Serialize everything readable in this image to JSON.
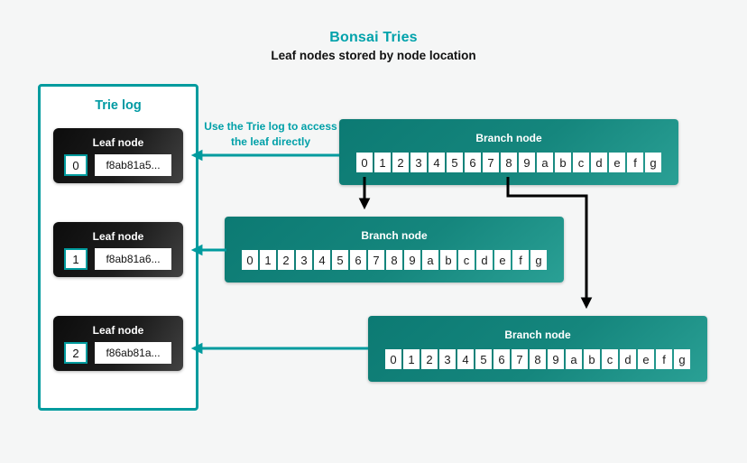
{
  "title": "Bonsai Tries",
  "subtitle": "Leaf nodes stored by node location",
  "annotation": "Use the Trie log to access the leaf directly",
  "trie_log": {
    "label": "Trie log",
    "leaf_nodes": [
      {
        "label": "Leaf node",
        "index": "0",
        "hash": "f8ab81a5..."
      },
      {
        "label": "Leaf node",
        "index": "1",
        "hash": "f8ab81a6..."
      },
      {
        "label": "Leaf node",
        "index": "2",
        "hash": "f86ab81a..."
      }
    ]
  },
  "branch_nodes": [
    {
      "label": "Branch node",
      "cells": [
        "0",
        "1",
        "2",
        "3",
        "4",
        "5",
        "6",
        "7",
        "8",
        "9",
        "a",
        "b",
        "c",
        "d",
        "e",
        "f",
        "g"
      ]
    },
    {
      "label": "Branch node",
      "cells": [
        "0",
        "1",
        "2",
        "3",
        "4",
        "5",
        "6",
        "7",
        "8",
        "9",
        "a",
        "b",
        "c",
        "d",
        "e",
        "f",
        "g"
      ]
    },
    {
      "label": "Branch node",
      "cells": [
        "0",
        "1",
        "2",
        "3",
        "4",
        "5",
        "6",
        "7",
        "8",
        "9",
        "a",
        "b",
        "c",
        "d",
        "e",
        "f",
        "g"
      ]
    }
  ],
  "colors": {
    "background": "#f5f6f6",
    "teal_heading": "#00a2ab",
    "teal_accent": "#009b9e",
    "branch_gradient_start": "#0c7a73",
    "branch_gradient_end": "#2aa095",
    "leaf_card_dark": "#0c0c0c",
    "arrow_black": "#000000"
  }
}
